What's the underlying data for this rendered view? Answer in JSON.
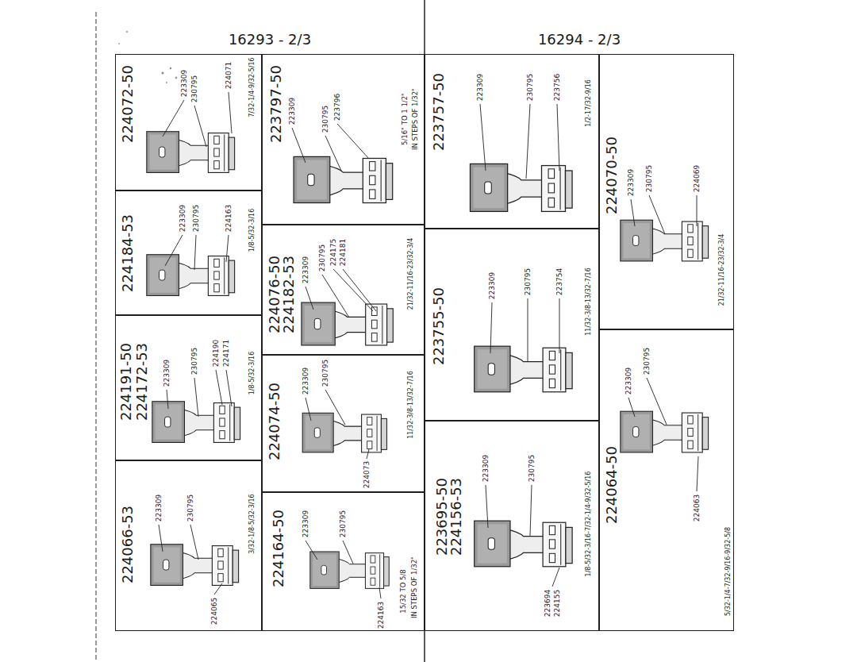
{
  "diagram": {
    "nodes": [
      {
        "text": [
          "224072-50"
        ]
      },
      {
        "text": [
          "224184-53"
        ]
      },
      {
        "text": [
          "224191-50",
          "224172-53"
        ]
      },
      {
        "text": [
          "224066-53"
        ]
      },
      {
        "text": [
          "223797-50"
        ]
      },
      {
        "text": [
          "224076-50",
          "224182-53"
        ]
      },
      {
        "text": [
          "224074-50"
        ]
      },
      {
        "text": [
          "224164-50"
        ]
      },
      {
        "text": [
          "223757-50"
        ]
      },
      {
        "text": [
          "223755-50"
        ]
      },
      {
        "text": [
          "223695-50",
          "224156-53"
        ]
      },
      {
        "text": [
          "224070-50"
        ]
      },
      {
        "text": [
          "224064-50"
        ]
      }
    ],
    "labels": [
      "16293 - 2/3",
      "16294 - 2/3",
      "223309",
      "230795",
      "224071",
      "7/32-1/4-9/32-5/16",
      "223309",
      "230795",
      "224163",
      "1/8-5/32-3/16",
      "223309",
      "230795",
      "224190",
      "224171",
      "1/8-5/32-3/16",
      "223309",
      "230795",
      "224065",
      "3/32-1/8-5/32-3/16",
      "223309",
      "230795",
      "223796",
      "5/16\" TO 1 1/2\"",
      "IN STEPS OF 1/32\"",
      "223309",
      "230795",
      "224175",
      "224181",
      "21/32-11/16-23/32-3/4",
      "223309",
      "230795",
      "224073",
      "11/32-3/8-13/32-7/16",
      "223309",
      "230795",
      "224163",
      "15/32 TO 5/8",
      "IN STEPS OF 1/32\"",
      "223309",
      "230795",
      "223756",
      "1/2-17/32-9/16",
      "223309",
      "230795",
      "223754",
      "11/32-3/8-13/32-7/16",
      "223309",
      "230795",
      "223694",
      "224155",
      "1/8-5/32-3/16-7/32-1/4-9/32-5/16",
      "223309",
      "230795",
      "224069",
      "21/32-11/16-23/32-3/4",
      "223309",
      "230795",
      "224063",
      "5/32-1/4-7/32-9/16-9/32-5/8"
    ]
  }
}
